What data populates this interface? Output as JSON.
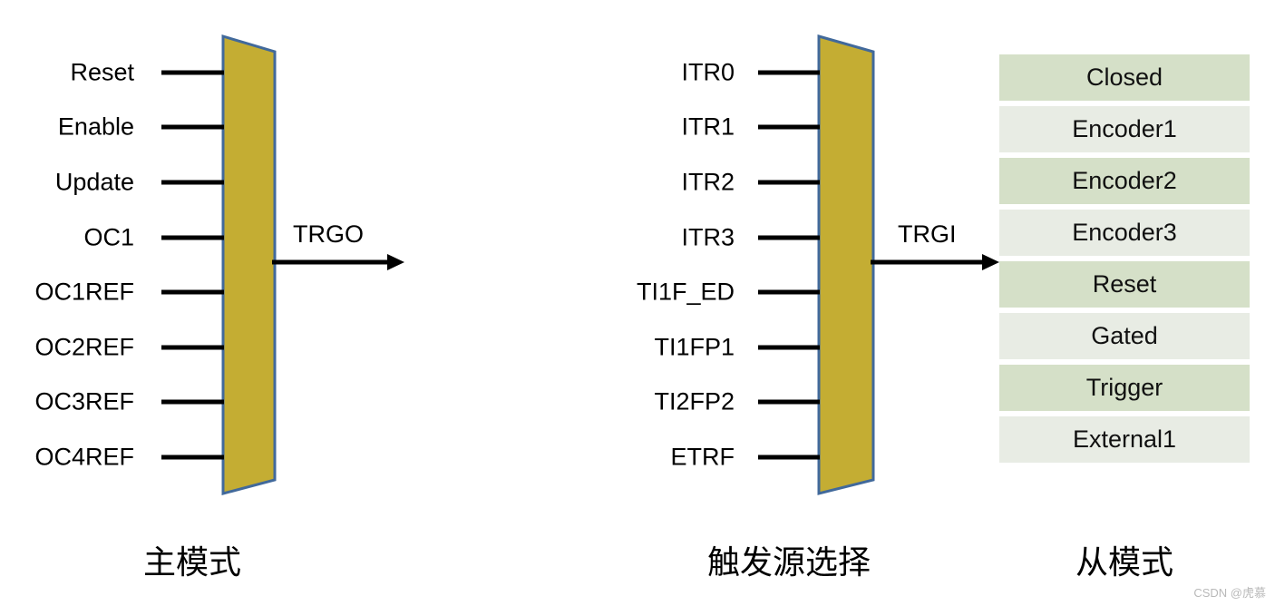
{
  "diagram": {
    "title_hidden": "",
    "colors": {
      "block_fill": "#c4ad33",
      "block_stroke": "#41699b",
      "row_dark": "#d5e0c8",
      "row_light": "#e8ece4",
      "line": "#000000"
    }
  },
  "master_mode": {
    "caption": "主模式",
    "inputs": [
      {
        "label": "Reset"
      },
      {
        "label": "Enable"
      },
      {
        "label": "Update"
      },
      {
        "label": "OC1"
      },
      {
        "label": "OC1REF"
      },
      {
        "label": "OC2REF"
      },
      {
        "label": "OC3REF"
      },
      {
        "label": "OC4REF"
      }
    ],
    "output": {
      "label": "TRGO"
    }
  },
  "trigger_source": {
    "caption": "触发源选择",
    "inputs": [
      {
        "label": "ITR0"
      },
      {
        "label": "ITR1"
      },
      {
        "label": "ITR2"
      },
      {
        "label": "ITR3"
      },
      {
        "label": "TI1F_ED"
      },
      {
        "label": "TI1FP1"
      },
      {
        "label": "TI2FP2"
      },
      {
        "label": "ETRF"
      }
    ],
    "output": {
      "label": "TRGI"
    }
  },
  "slave_mode": {
    "caption": "从模式",
    "modes": [
      {
        "label": "Closed"
      },
      {
        "label": "Encoder1"
      },
      {
        "label": "Encoder2"
      },
      {
        "label": "Encoder3"
      },
      {
        "label": "Reset"
      },
      {
        "label": "Gated"
      },
      {
        "label": "Trigger"
      },
      {
        "label": "External1"
      }
    ]
  },
  "watermark": {
    "text": "CSDN @虎慕"
  }
}
